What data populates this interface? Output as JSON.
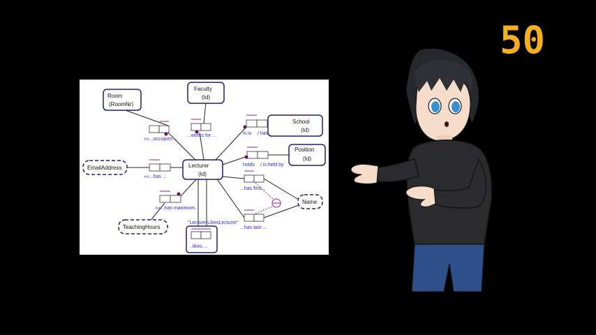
{
  "diagram": {
    "entities": {
      "room": {
        "name": "Room",
        "ref": "(RoomNr)"
      },
      "faculty": {
        "name": "Faculty",
        "ref": "(Id)"
      },
      "school": {
        "name": "School",
        "ref": "(Id)"
      },
      "position": {
        "name": "Position",
        "ref": "(Id)"
      },
      "lecturer": {
        "name": "Lecturer",
        "ref": "(Id)"
      },
      "email": {
        "name": "EmailAddress"
      },
      "name": {
        "name": "Name"
      },
      "teaching": {
        "name": "TeachingHours"
      }
    },
    "roles": {
      "occupies": "««...occupies ...",
      "works_for": "...works for ...",
      "is_in": "is in",
      "has_school": "/ has",
      "holds": "holds",
      "is_held_by": "/ is held by",
      "has_email": "««...has ...",
      "has_first": "...has first...",
      "has_max": "««...has maximum...",
      "has_last": "...has last-...",
      "likes_name": "\"LecturerLikesLecturer\"",
      "likes": "..likes ..."
    }
  },
  "counter": {
    "value": "50",
    "color": "#f2b01e"
  },
  "colors": {
    "entity_border": "#1f1f6e",
    "role_text": "#2b2bd6",
    "constraint": "#a01a8c"
  }
}
